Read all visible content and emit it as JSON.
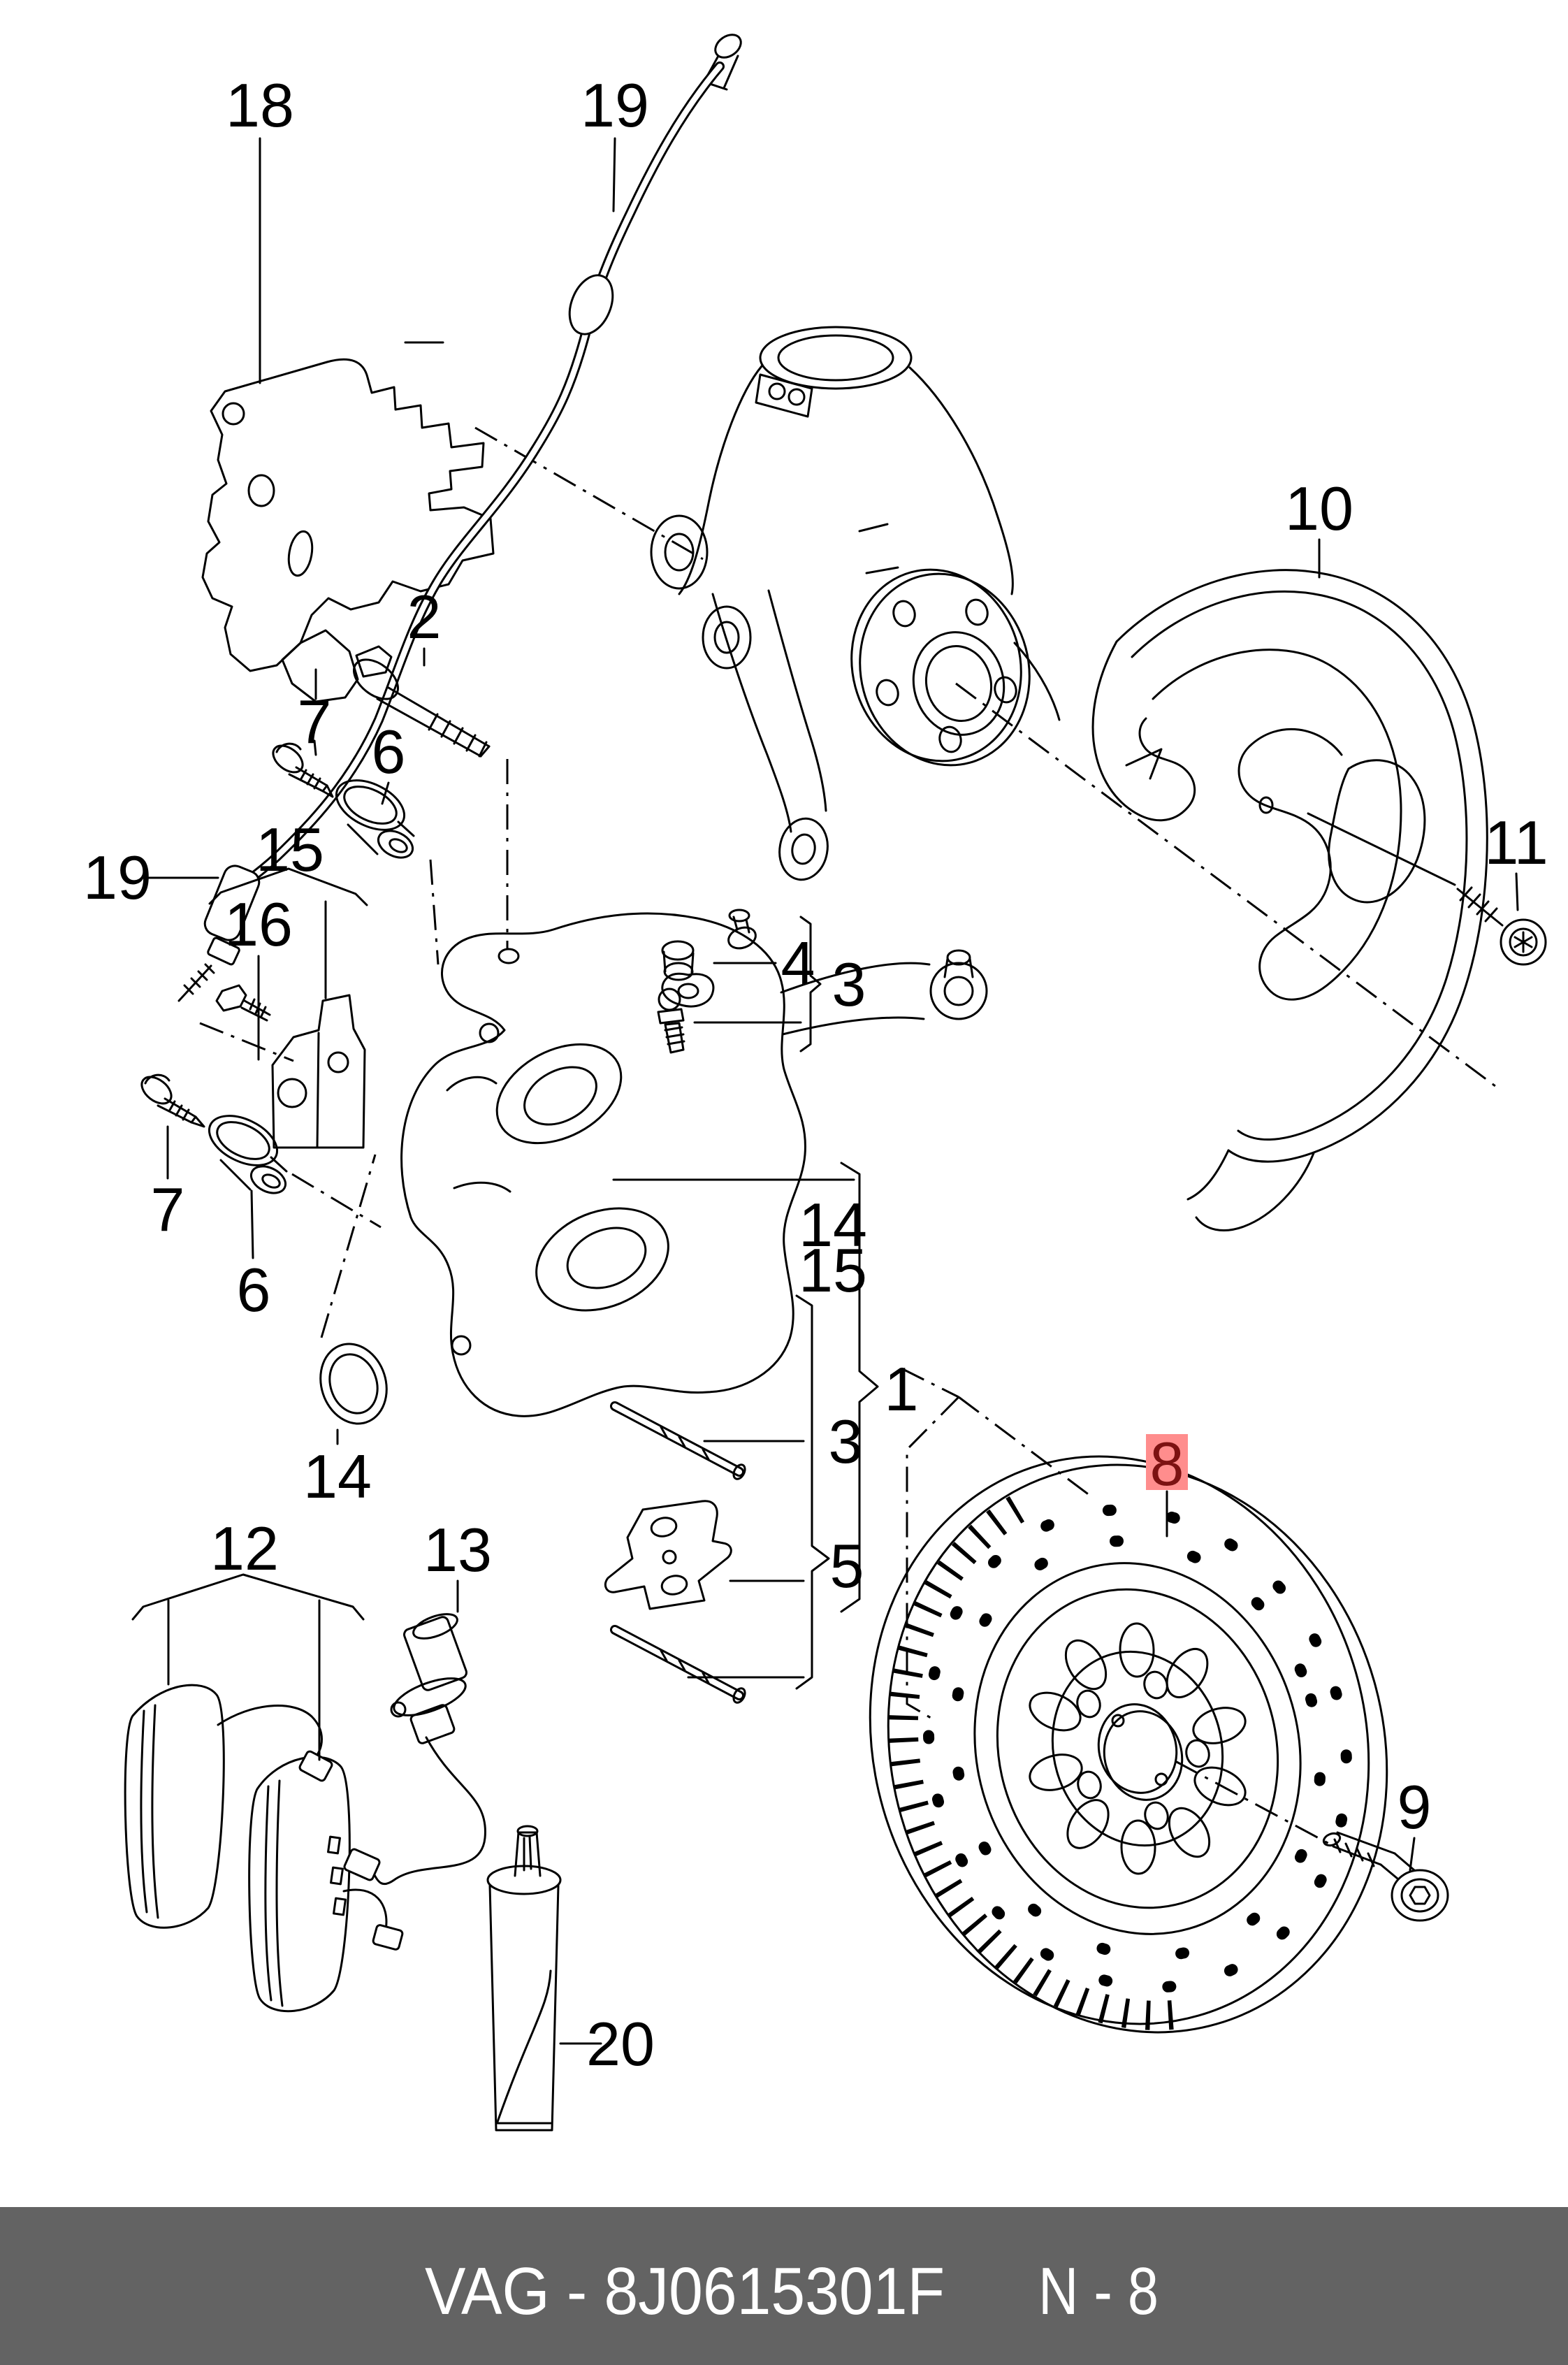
{
  "page": {
    "background": "#ffffff",
    "line_color": "#000000"
  },
  "footer": {
    "left_text": "VAG - 8J0615301F",
    "right_text": "N - 8",
    "bar_color": "#636363",
    "text_color": "#ffffff"
  },
  "highlighted_part": {
    "number": "8",
    "highlight_bg": "#ff8d8d",
    "highlight_fg": "#7c1212"
  },
  "callouts": [
    {
      "id": "bracket-18",
      "text": "18"
    },
    {
      "id": "hose-19-top",
      "text": "19"
    },
    {
      "id": "bolt-2",
      "text": "2"
    },
    {
      "id": "screw-7-upper",
      "text": "7"
    },
    {
      "id": "bushing-6-upper",
      "text": "6"
    },
    {
      "id": "hose-19-left",
      "text": "19"
    },
    {
      "id": "kit-15",
      "text": "15"
    },
    {
      "id": "bracket-16",
      "text": "16"
    },
    {
      "id": "screw-7-lower",
      "text": "7"
    },
    {
      "id": "bushing-6-lower",
      "text": "6"
    },
    {
      "id": "oring-14",
      "text": "14"
    },
    {
      "id": "cap-4",
      "text": "4"
    },
    {
      "id": "bleeder-3",
      "text": "3"
    },
    {
      "id": "list-14",
      "text": "14"
    },
    {
      "id": "list-15",
      "text": "15"
    },
    {
      "id": "caliper-1",
      "text": "1"
    },
    {
      "id": "pins-3",
      "text": "3"
    },
    {
      "id": "spring-5",
      "text": "5"
    },
    {
      "id": "pads-12",
      "text": "12"
    },
    {
      "id": "sensor-13",
      "text": "13"
    },
    {
      "id": "disc-8",
      "text": "8"
    },
    {
      "id": "screw-9",
      "text": "9"
    },
    {
      "id": "screw-11",
      "text": "11"
    },
    {
      "id": "shield-10",
      "text": "10"
    },
    {
      "id": "grease-tube-20",
      "text": "20"
    }
  ]
}
